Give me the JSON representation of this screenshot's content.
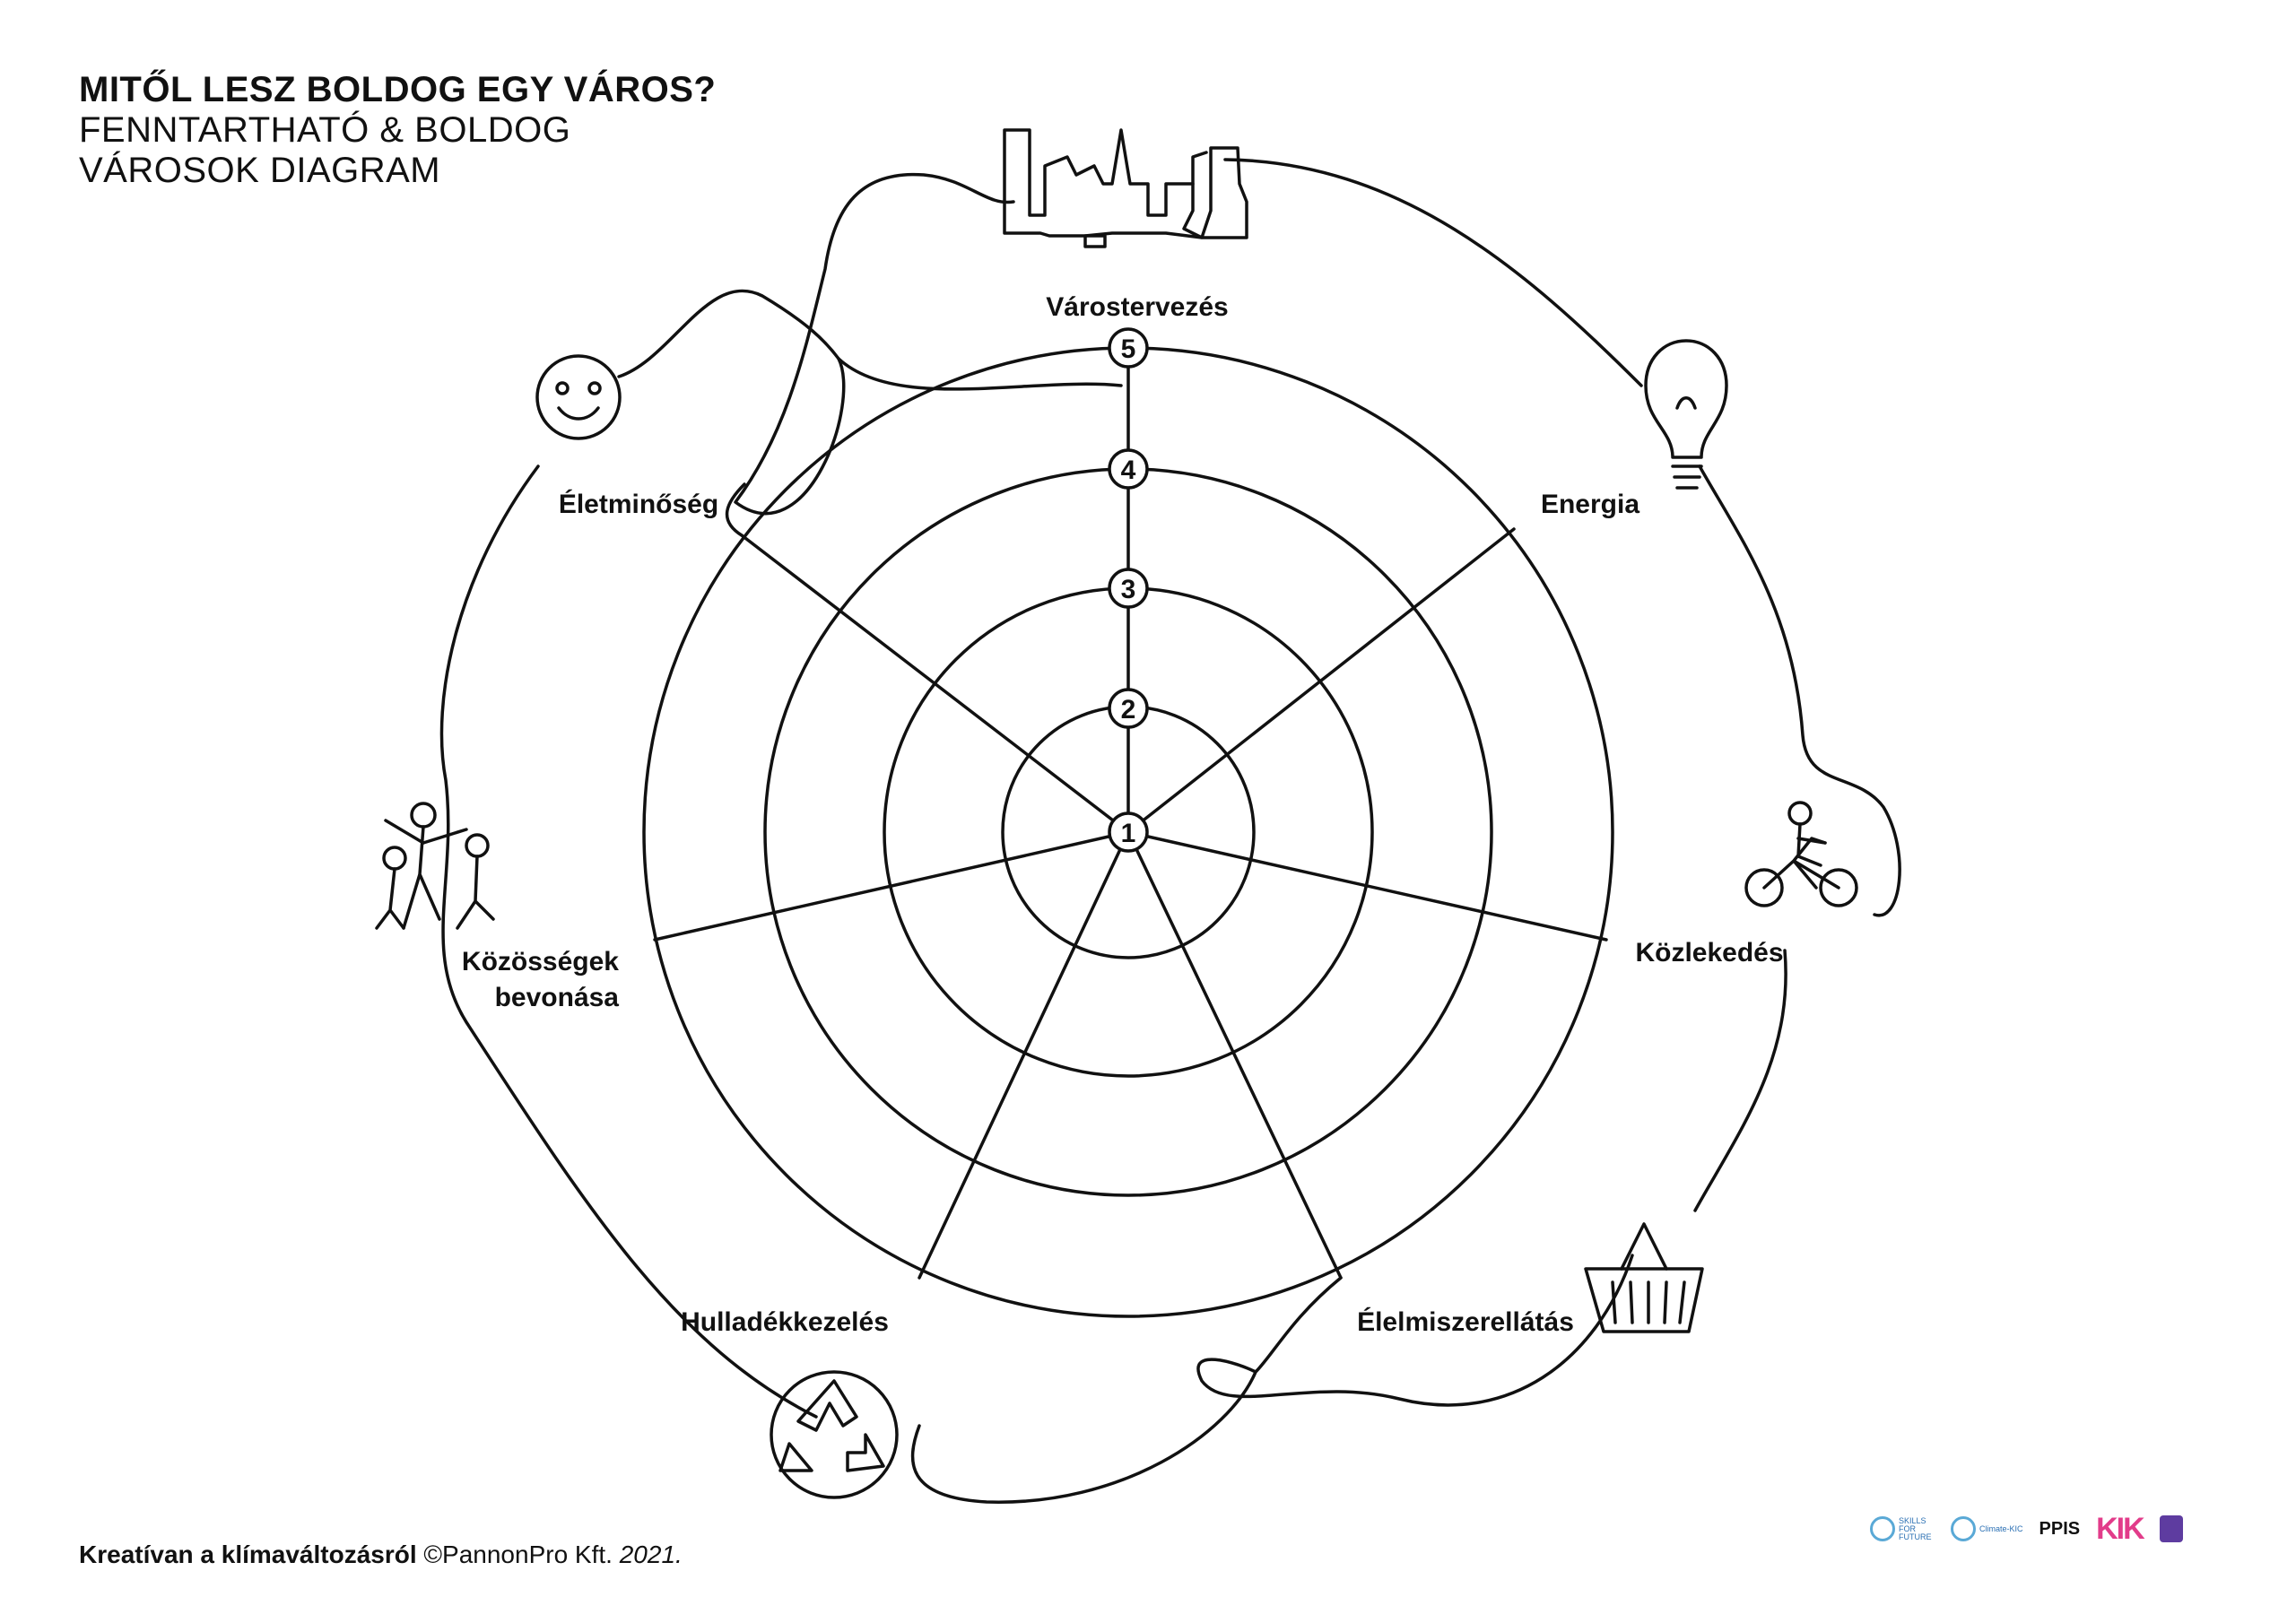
{
  "title": {
    "main": "MITŐL LESZ BOLDOG EGY VÁROS?",
    "sub_line1": "FENNTARTHATÓ & BOLDOG",
    "sub_line2": "VÁROSOK DIAGRAM"
  },
  "diagram": {
    "scale": [
      "1",
      "2",
      "3",
      "4",
      "5"
    ],
    "categories": [
      {
        "label": "Várostervezés",
        "icon": "city-skyline-icon"
      },
      {
        "label": "Energia",
        "icon": "lightbulb-icon"
      },
      {
        "label": "Közlekedés",
        "icon": "cyclist-icon"
      },
      {
        "label": "Élelmiszerellátás",
        "icon": "shopping-basket-icon"
      },
      {
        "label": "Hulladékkezelés",
        "icon": "recycle-icon"
      },
      {
        "label_line1": "Közösségek",
        "label_line2": "bevonása",
        "icon": "people-group-icon"
      },
      {
        "label": "Életminőség",
        "icon": "smiley-icon"
      }
    ]
  },
  "footer": {
    "bold": "Kreatívan a klímaváltozásról",
    "copyright": "©PannonPro Kft.",
    "year": "2021."
  },
  "logos": {
    "skills": "SKILLS FOR FUTURE",
    "climate": "Climate-KIC",
    "ppis": "PPIS",
    "kik": "KIK"
  },
  "colors": {
    "line": "#111111",
    "background": "#ffffff"
  }
}
